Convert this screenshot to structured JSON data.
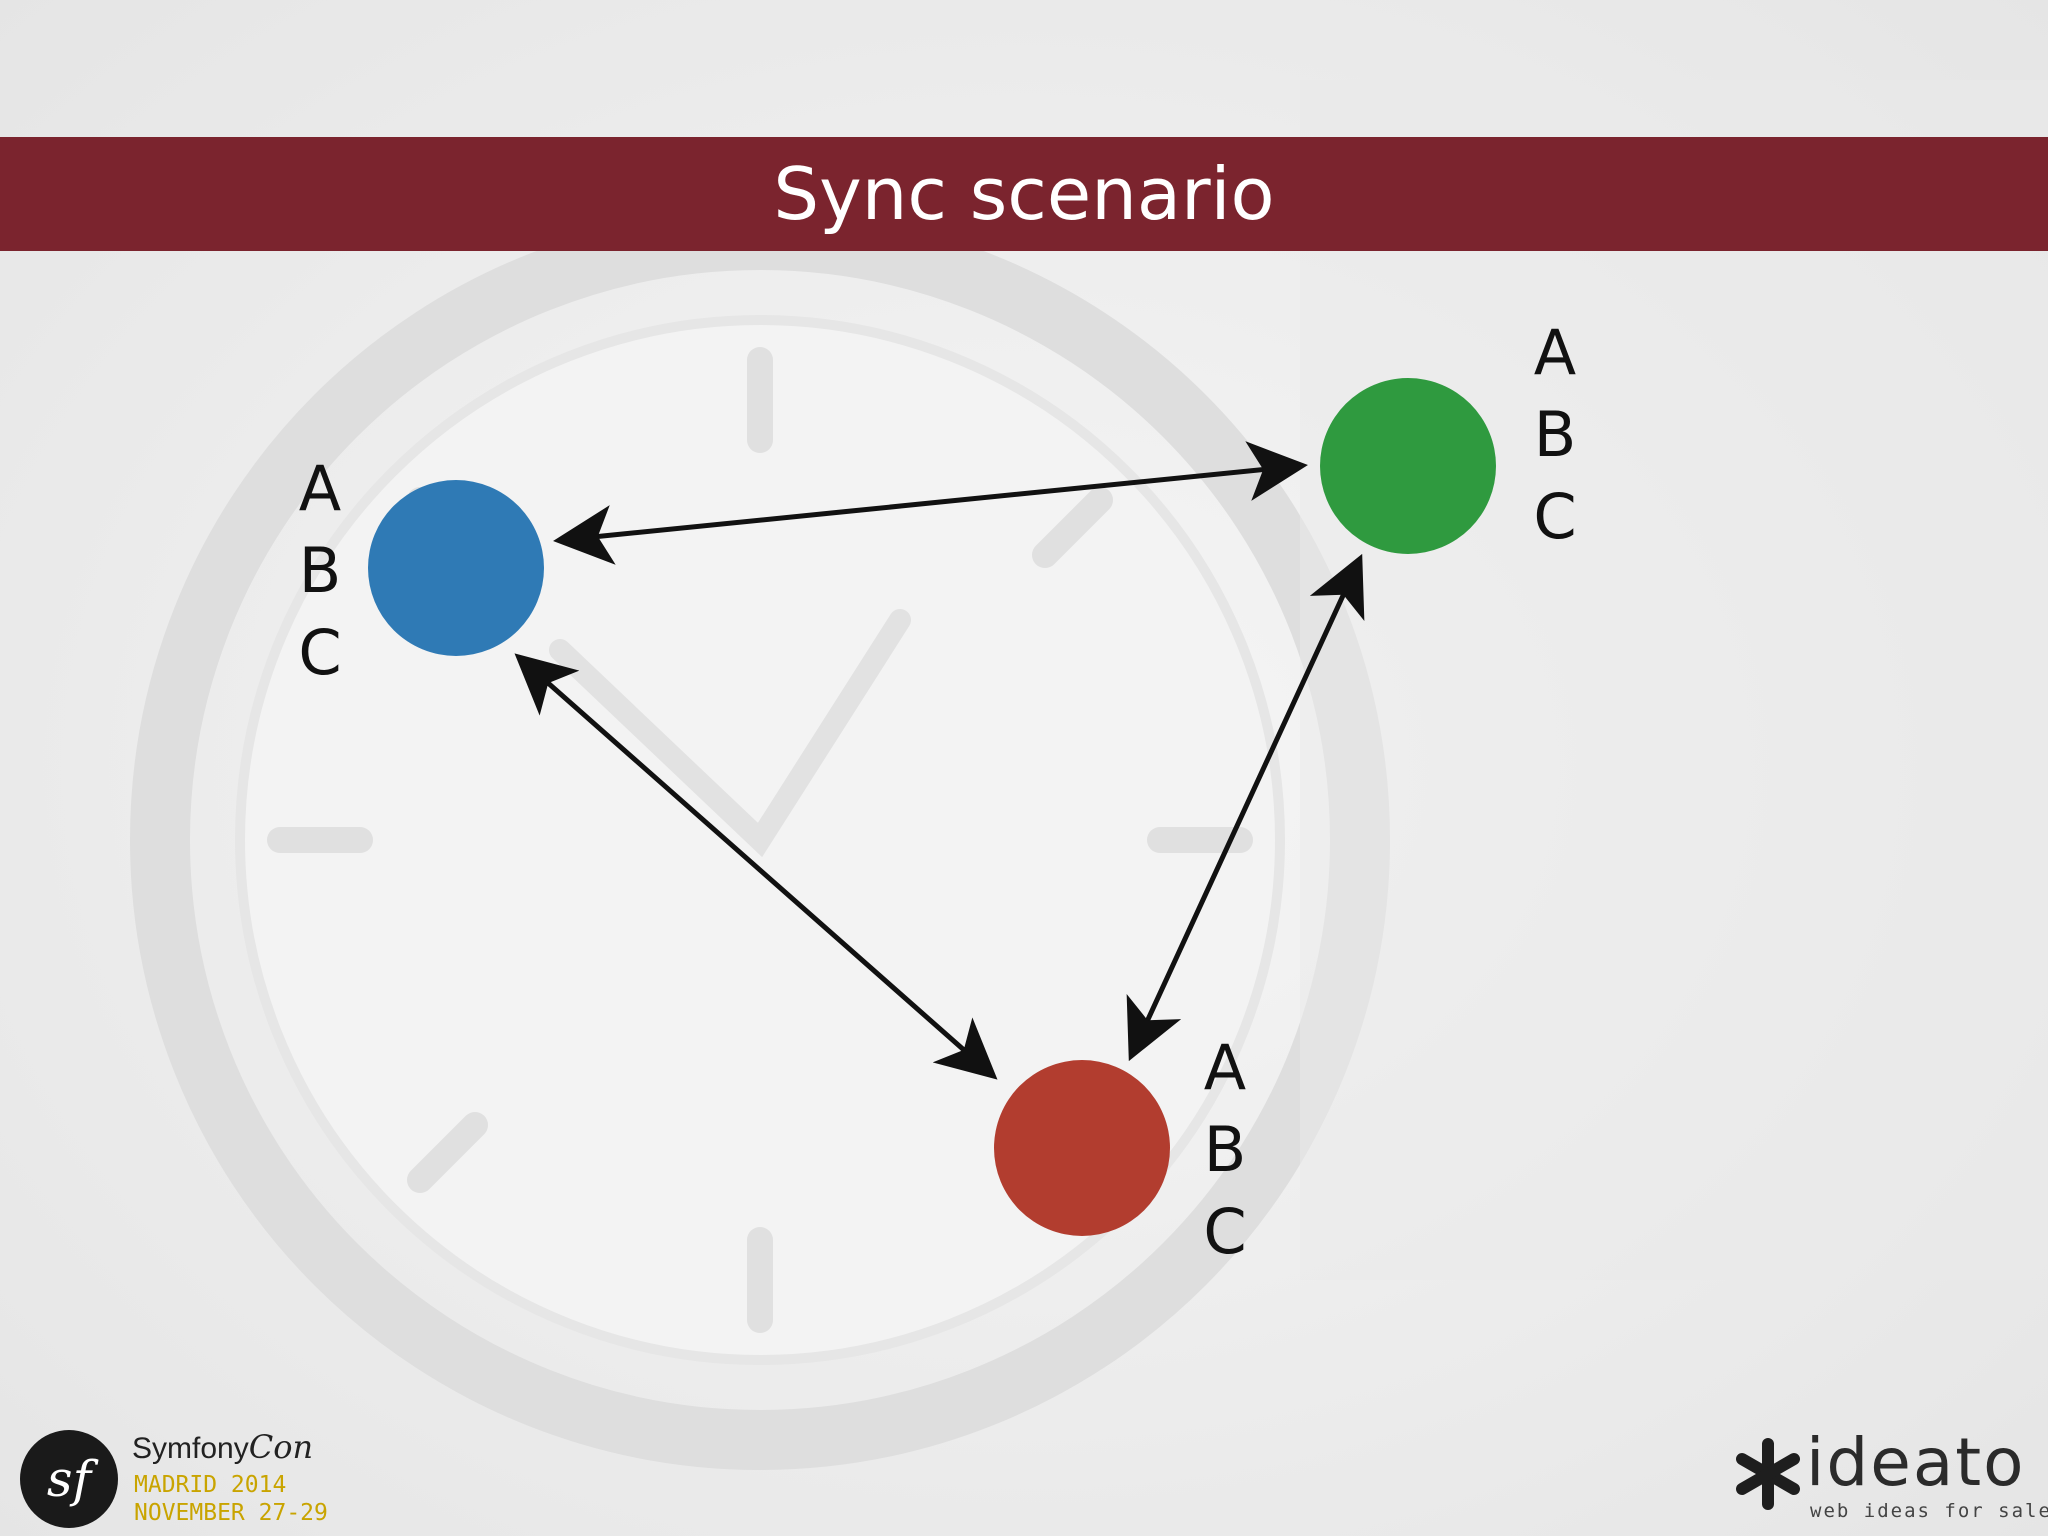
{
  "slide": {
    "title": "Sync scenario",
    "title_bar_color": "#7b242e"
  },
  "nodes": [
    {
      "id": "blue",
      "color": "#2f7ab5",
      "labels": [
        "A",
        "B",
        "C"
      ]
    },
    {
      "id": "green",
      "color": "#2f9a3f",
      "labels": [
        "A",
        "B",
        "C"
      ]
    },
    {
      "id": "red",
      "color": "#b23d2f",
      "labels": [
        "A",
        "B",
        "C"
      ]
    }
  ],
  "edges": [
    {
      "from": "blue",
      "to": "green",
      "bidirectional": true
    },
    {
      "from": "blue",
      "to": "red",
      "bidirectional": true
    },
    {
      "from": "green",
      "to": "red",
      "bidirectional": true
    }
  ],
  "footer": {
    "left_logo": {
      "badge": "sf",
      "name": "Symfony",
      "name_suffix": "Con",
      "city": "MADRID 2014",
      "dates": "NOVEMBER 27-29",
      "accent": "#c9a400"
    },
    "right_logo": {
      "icon": "asterisk-icon",
      "word": "ideato",
      "tagline": "web ideas for sale"
    }
  }
}
